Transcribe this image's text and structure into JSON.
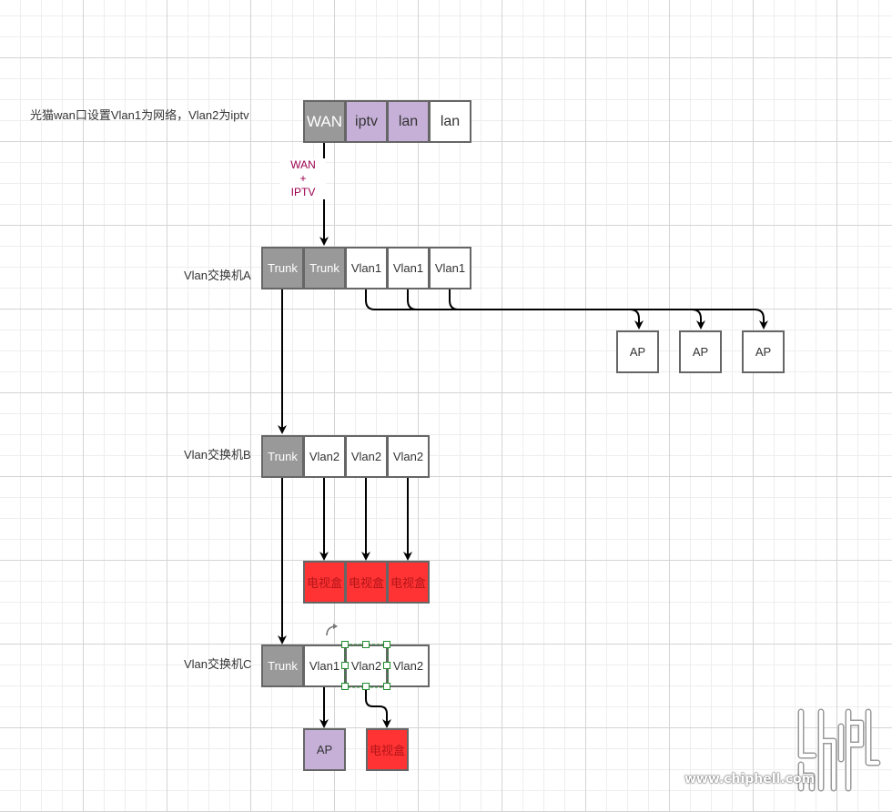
{
  "labels": {
    "modem_note": "光猫wan口设置Vlan1为网络，Vlan2为iptv",
    "switch_a": "Vlan交换机A",
    "switch_b": "Vlan交换机B",
    "switch_c": "Vlan交换机C"
  },
  "modem": {
    "ports": [
      "WAN",
      "iptv",
      "lan",
      "lan"
    ]
  },
  "uplink_label": [
    "WAN",
    "+",
    "IPTV"
  ],
  "switch_a": {
    "ports": [
      "Trunk",
      "Trunk",
      "Vlan1",
      "Vlan1",
      "Vlan1"
    ]
  },
  "switch_a_aps": [
    "AP",
    "AP",
    "AP"
  ],
  "switch_b": {
    "ports": [
      "Trunk",
      "Vlan2",
      "Vlan2",
      "Vlan2"
    ]
  },
  "switch_b_tvboxes": [
    "电视盒",
    "电视盒",
    "电视盒"
  ],
  "switch_c": {
    "ports": [
      "Trunk",
      "Vlan1",
      "Vlan2",
      "Vlan2"
    ]
  },
  "switch_c_devices": [
    "AP",
    "电视盒"
  ],
  "colors": {
    "trunk": "#999999",
    "iptv": "#c6b0d8",
    "tvbox": "#ff3333",
    "edge_label": "#99004d",
    "selection": "#1e8c2c"
  },
  "icons": {
    "rotate": "rotate-handle-icon",
    "watermark": "chiphell-logo"
  },
  "watermark": {
    "text": "www.chiphell.com"
  }
}
